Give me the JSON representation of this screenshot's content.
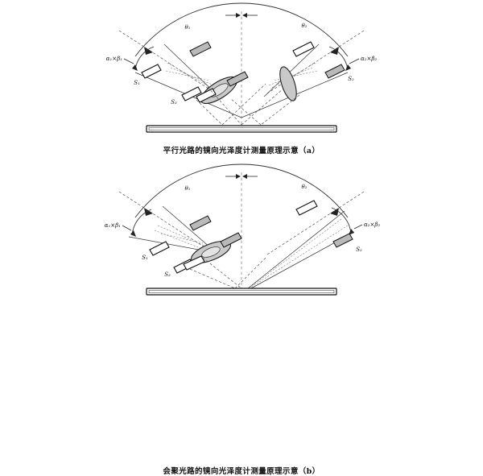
{
  "figure": {
    "title_a": "平行光路的镜向光泽度计测量原理示意（a）",
    "title_b": "会聚光路的镜向光泽度计测量原理示意（b）",
    "background_color": "#ffffff",
    "ink_color": "#2b2b2b",
    "lens_fill_color": "#c9c9c9",
    "mirror_fill_color": "#b9b9b9"
  },
  "panel_a": {
    "caption": "平行光路的镜向光泽度计测量原理示意（a）",
    "labels": {
      "theta_left": "θ₁",
      "theta_right": "θ₂",
      "alpha_left": "α₁×β₁",
      "alpha_right": "α₂×β₂",
      "source_s1": "S₁",
      "source_s2": "S₂",
      "source_s3": "S₃"
    }
  },
  "panel_b": {
    "caption": "会聚光路的镜向光泽度计测量原理示意（b）",
    "labels": {
      "theta_left": "θ₁",
      "theta_right": "θ₂",
      "alpha_left": "α₁×β₁",
      "alpha_right": "α₂×β₂",
      "source_s1": "S₁",
      "source_s2": "S₂",
      "source_s3": "S₃"
    }
  }
}
